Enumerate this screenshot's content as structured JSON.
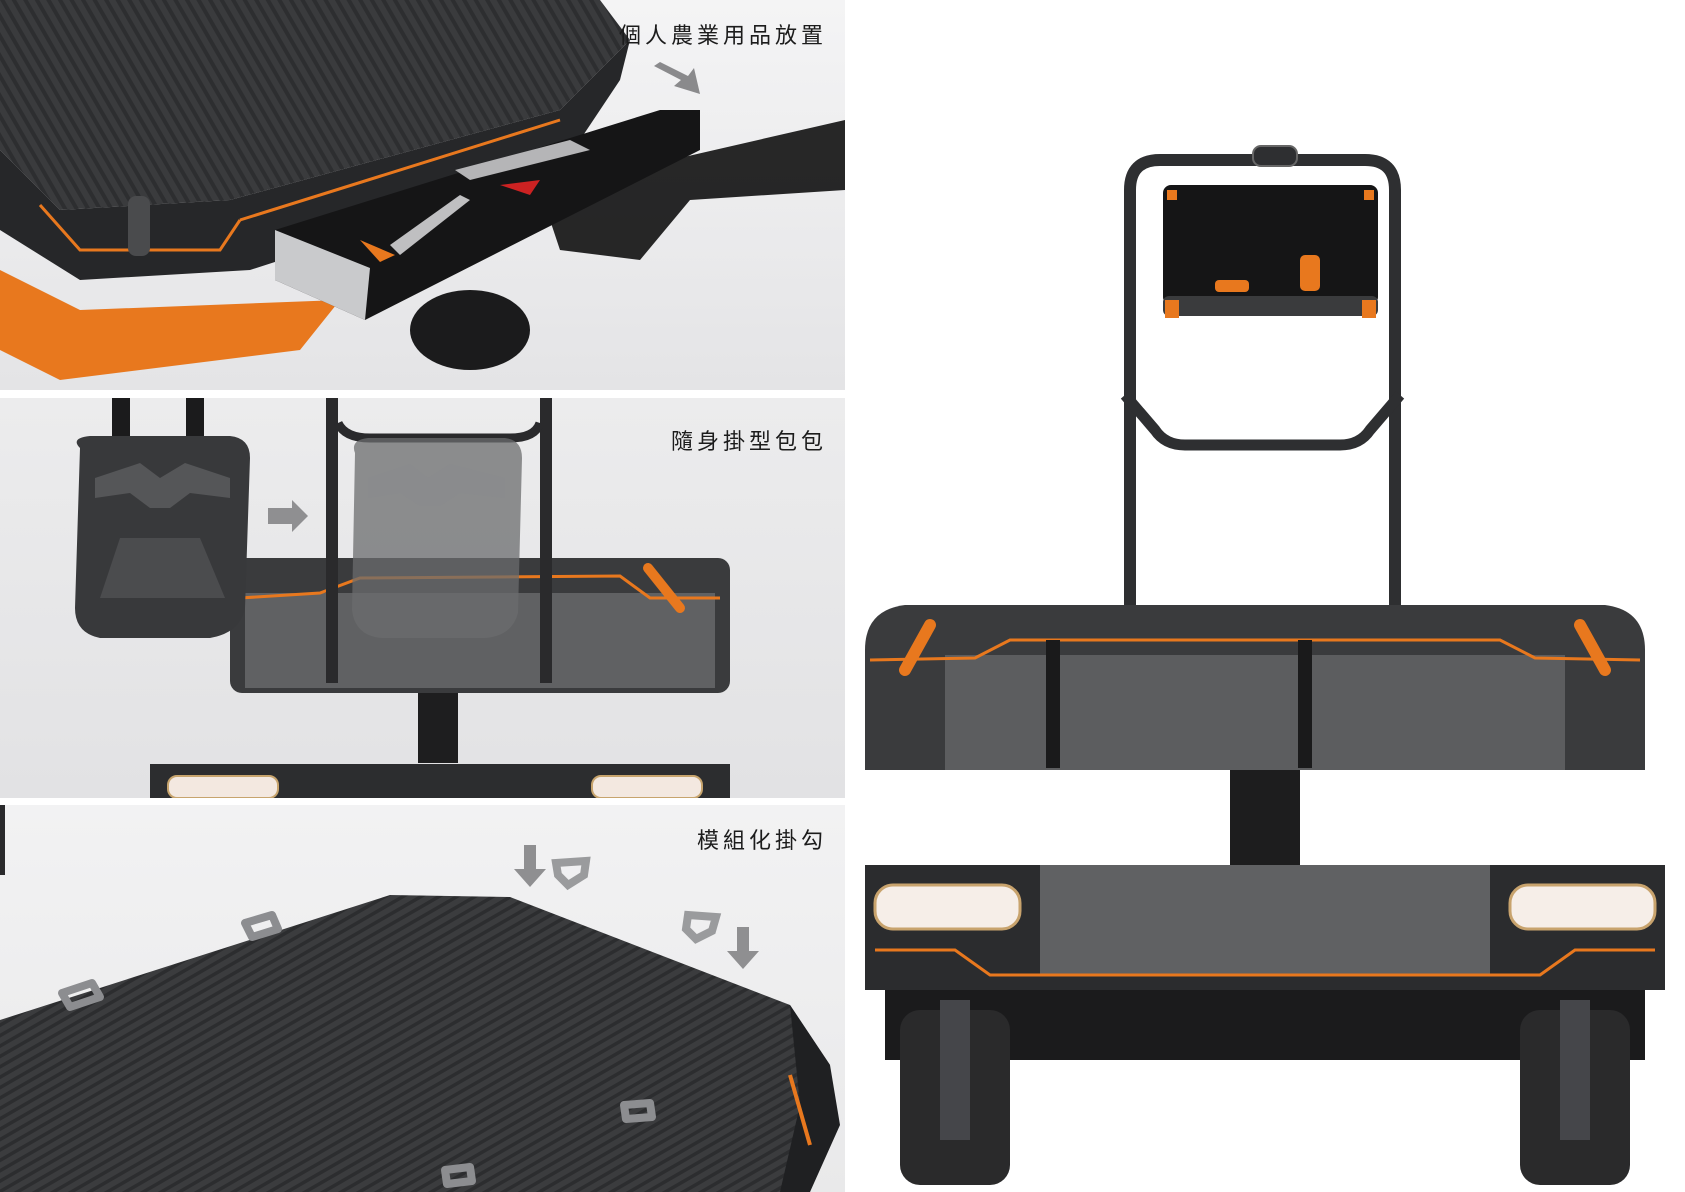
{
  "panels": {
    "drawer": {
      "label": "個人農業用品放置"
    },
    "bag": {
      "label": "隨身掛型包包"
    },
    "hooks": {
      "label": "模組化掛勾"
    }
  },
  "icons": [
    "arrow-icon"
  ],
  "colors": {
    "body": "#2b2c2e",
    "panel_metal": "#5a5b5d",
    "accent": "#e8781e",
    "background": "#e9e9ea"
  }
}
